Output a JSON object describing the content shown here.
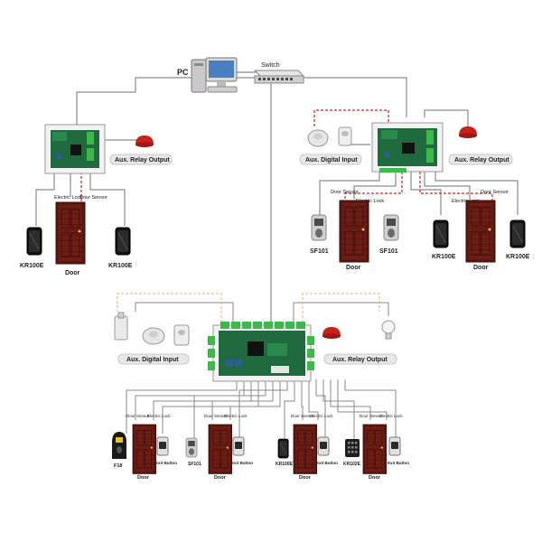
{
  "labels": {
    "pc": "PC",
    "switch": "Switch",
    "aux_relay_output": "Aux. Relay Output",
    "aux_digital_input": "Aux. Digital Input",
    "electric_lock": "Electric Lock",
    "door_sensor": "Door Sensor",
    "door": "Door",
    "kr100e": "KR100E",
    "sf101": "SF101",
    "f18": "F18",
    "kr102e": "KR102E",
    "exit_button": "Exit Button"
  },
  "colors": {
    "cable": "#8a8a8a",
    "network_cable": "#000000",
    "signal_dashed": "#d0201c",
    "door_brown": "#6e1d14",
    "board_green": "#1f6b3f",
    "terminal_green": "#3db84b",
    "label_pill": "#e8e8e8",
    "siren_red": "#c8201b"
  },
  "icons": [
    "pc-icon",
    "switch-icon",
    "controller-board-icon",
    "door-icon",
    "card-reader-icon",
    "fingerprint-reader-icon",
    "siren-icon",
    "smoke-detector-icon",
    "pir-sensor-icon",
    "lamp-icon",
    "exit-button-icon"
  ]
}
